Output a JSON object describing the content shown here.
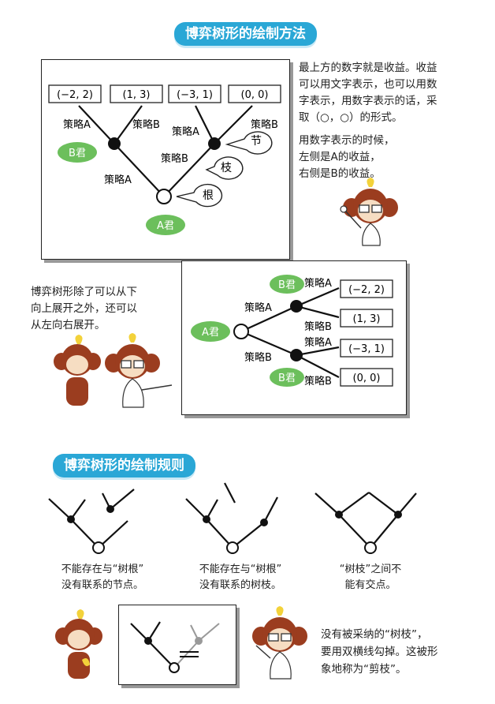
{
  "section1": {
    "title": "博弈树形的绘制方法",
    "tree1": {
      "payoffs": [
        "(−2, 2)",
        "(1, 3)",
        "(−3, 1)",
        "(0, 0)"
      ],
      "strategy_a": "策略A",
      "strategy_b": "策略B",
      "player_a": "A君",
      "player_b": "B君",
      "callout_node": "节",
      "callout_branch": "枝",
      "callout_root": "根"
    },
    "note1": [
      "最上方的数字就是收益。收益",
      "可以用文字表示，也可以用数",
      "字表示，用数字表示的话，采",
      "取（○，○）的形式。"
    ],
    "note2": [
      "用数字表示的时候，",
      "左侧是A的收益，",
      "右侧是B的收益。"
    ],
    "note3": [
      "博弈树形除了可以从下",
      "向上展开之外，还可以",
      "从左向右展开。"
    ],
    "tree2": {
      "player_a": "A君",
      "player_b": "B君",
      "strategy_a": "策略A",
      "strategy_b": "策略B",
      "payoffs": [
        "(−2, 2)",
        "(1, 3)",
        "(−3, 1)",
        "(0, 0)"
      ]
    }
  },
  "section2": {
    "title": "博弈树形的绘制规则",
    "rule1": [
      "不能存在与“树根”",
      "没有联系的节点。"
    ],
    "rule2": [
      "不能存在与“树根”",
      "没有联系的树枝。"
    ],
    "rule3": [
      "“树枝”之间不",
      "能有交点。"
    ],
    "prune_note": [
      "没有被采纳的“树枝”，",
      "要用双横线勾掉。这被形",
      "象地称为“剪枝”。"
    ]
  },
  "colors": {
    "accent": "#2aa7d6",
    "player_pill": "#6cbf5c",
    "monkey": "#9b3d1f",
    "flower": "#f3d23a"
  }
}
